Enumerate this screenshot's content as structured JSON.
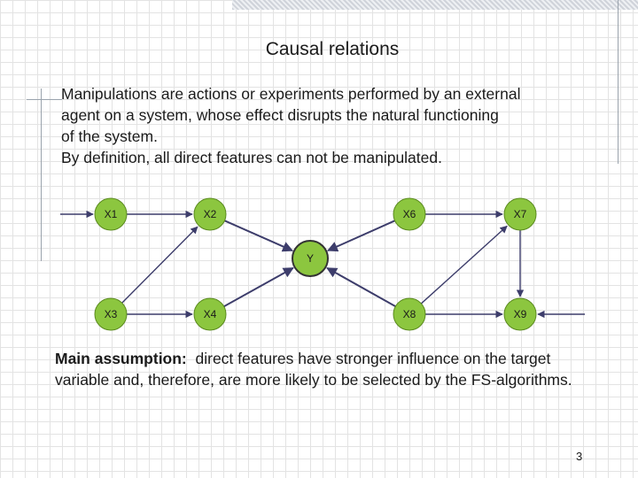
{
  "slide": {
    "title": "Causal relations",
    "intro_lines": [
      "Manipulations are actions or experiments performed by an external",
      "agent on a system, whose effect disrupts the natural functioning",
      "of the system.",
      "By definition, all direct features can not be manipulated."
    ],
    "assumption_label": "Main assumption:",
    "assumption_text": "direct features have stronger influence on the target variable and, therefore, are more likely to be selected by the FS-algorithms.",
    "page_number": "3"
  },
  "diagram": {
    "colors": {
      "node_fill": "#8cc63f",
      "node_stroke": "#5a8a1e",
      "edge": "#3d3d6b"
    },
    "nodes": [
      {
        "id": "X1",
        "label": "X1"
      },
      {
        "id": "X2",
        "label": "X2"
      },
      {
        "id": "X6",
        "label": "X6"
      },
      {
        "id": "X7",
        "label": "X7"
      },
      {
        "id": "Y",
        "label": "Y"
      },
      {
        "id": "X3",
        "label": "X3"
      },
      {
        "id": "X4",
        "label": "X4"
      },
      {
        "id": "X8",
        "label": "X8"
      },
      {
        "id": "X9",
        "label": "X9"
      }
    ],
    "edges": [
      {
        "from": "external-left",
        "to": "X1"
      },
      {
        "from": "X1",
        "to": "X2"
      },
      {
        "from": "X2",
        "to": "Y"
      },
      {
        "from": "X6",
        "to": "Y"
      },
      {
        "from": "X4",
        "to": "Y"
      },
      {
        "from": "X8",
        "to": "Y"
      },
      {
        "from": "X6",
        "to": "X7"
      },
      {
        "from": "X8",
        "to": "X7"
      },
      {
        "from": "X7",
        "to": "X9"
      },
      {
        "from": "X3",
        "to": "X2"
      },
      {
        "from": "X3",
        "to": "X4"
      },
      {
        "from": "X8",
        "to": "X9"
      },
      {
        "from": "external-right",
        "to": "X9"
      }
    ]
  }
}
